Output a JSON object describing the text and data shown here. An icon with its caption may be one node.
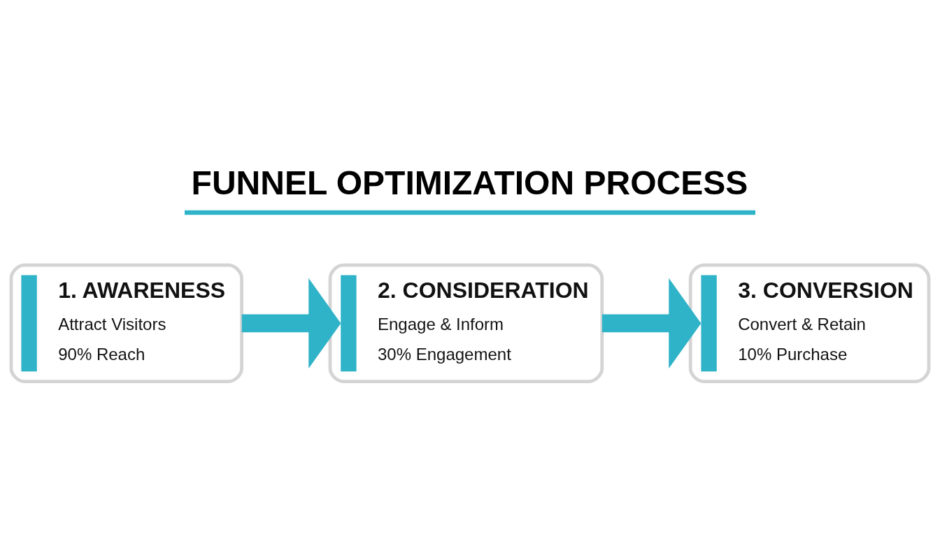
{
  "diagram": {
    "title": "FUNNEL OPTIMIZATION PROCESS",
    "nodes": [
      {
        "text": [
          "1. AWARENESS",
          "Attract Visitors",
          "90% Reach"
        ]
      },
      {
        "text": [
          "2. CONSIDERATION",
          "Engage & Inform",
          "30% Engagement"
        ]
      },
      {
        "text": [
          "3. CONVERSION",
          "Convert & Retain",
          "10% Purchase"
        ]
      }
    ],
    "edges": [
      {
        "from": 0,
        "to": 1,
        "arrow": "to"
      },
      {
        "from": 1,
        "to": 2,
        "arrow": "to"
      }
    ]
  }
}
